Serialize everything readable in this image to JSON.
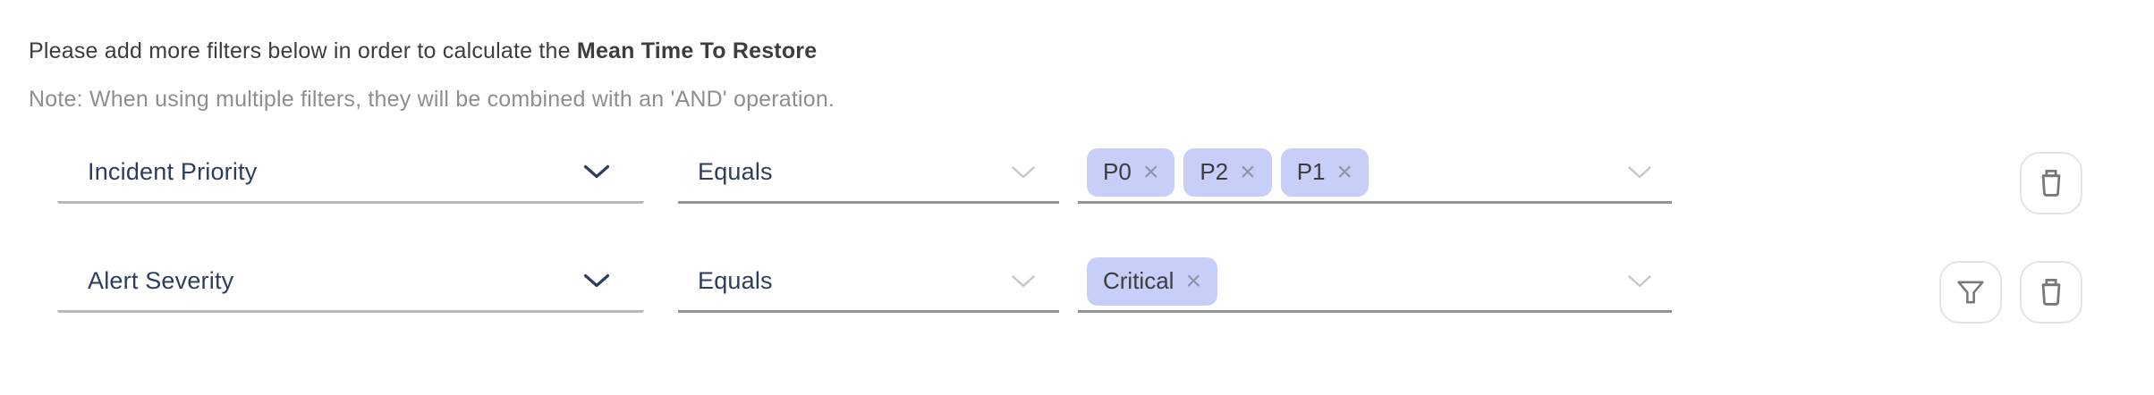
{
  "header": {
    "intro_prefix": "Please add more filters below in order to calculate the ",
    "intro_metric": "Mean Time To Restore",
    "note": "Note: When using multiple filters, they will be combined with an 'AND' operation."
  },
  "icons": {
    "remove_glyph": "×"
  },
  "colors": {
    "intro_text": "#3d3d3d",
    "note_gray": "#8e8e8e",
    "accent_navy": "#2e3c5e",
    "underline_strong": "#949494",
    "underline_soft": "#b8b8b8",
    "tag_bg": "#c7cef7",
    "tag_text": "#3d3d3d",
    "tag_remove": "#8f94a5",
    "chevron_gray": "#c6c6c6",
    "icon_gray": "#787878",
    "button_border": "#e4e4e4"
  },
  "rows": [
    {
      "field": "Incident Priority",
      "operator": "Equals",
      "values": [
        "P0",
        "P2",
        "P1"
      ]
    },
    {
      "field": "Alert Severity",
      "operator": "Equals",
      "values": [
        "Critical"
      ]
    }
  ]
}
